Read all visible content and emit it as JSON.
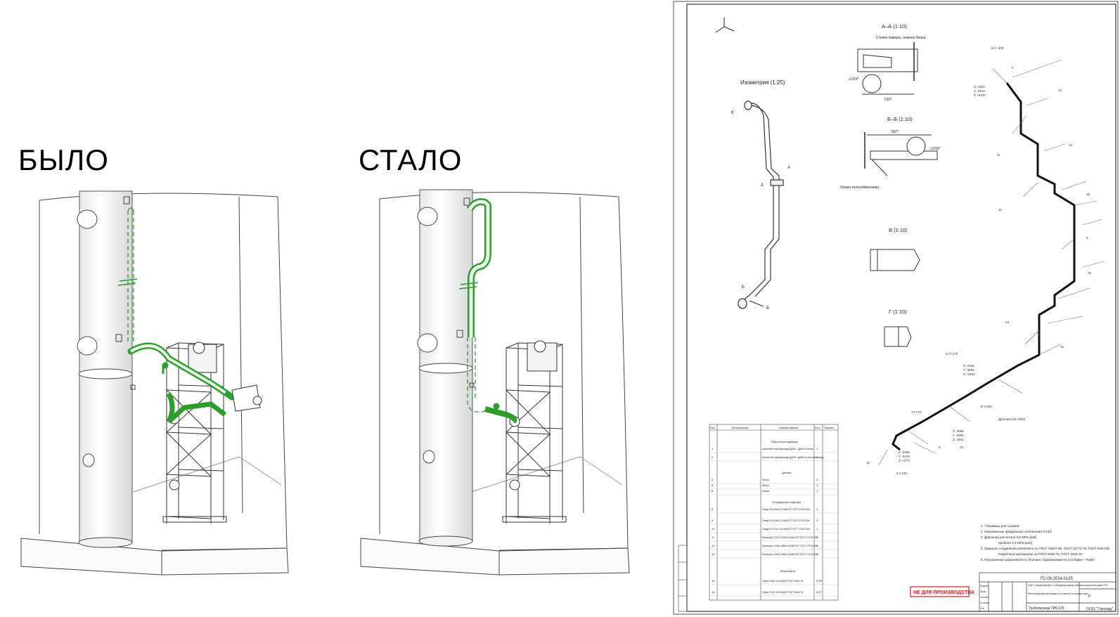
{
  "comparison": {
    "before_label": "БЫЛО",
    "after_label": "СТАЛО"
  },
  "colors": {
    "pipeline_highlight": "#2c9e2c",
    "stamp_red": "#d42020",
    "line_gray": "#555555"
  },
  "drawing": {
    "isometry_title": "Изометрия (1:25)",
    "section_aa": "А–А (1:10)",
    "section_bb": "Б–Б (1:10)",
    "view_v": "В (1:10)",
    "view_g": "Г (1:10)",
    "aa_top_note": "Стенка камеры, нижнее блока",
    "aa_dim": "510*",
    "aa_dia": "∅219*",
    "bb_dim": "587*",
    "bb_dia": "∅219*",
    "bb_support_note": "Опора теплообменника",
    "stamp": "НЕ ДЛЯ ПРОИЗВОДСТВА",
    "doc_code": "ГС-06.2014.0125",
    "company": "ООО \"Газсхар\"",
    "item_name": "Трубопровод ТР6-125",
    "notes": [
      "1. * Размеры для справок",
      "2. Неуказанные предельные отклонения IT14/2",
      "3. Давление расчетное 3,6 МПа (изб)",
      "пробное 4,5 МПа (изб)",
      "4. Сварные соединения выполнить по ГОСТ 16037-80, ГОСТ 15771-76, ГОСТ 5264-80",
      "Сварочные материалы по ГОСТ 9466-75, ГОСТ 2246-70",
      "5. Неуказанная шероховатость блочная, обрабатывается на сборке – Ra50"
    ],
    "spec_headers": [
      "Поз.",
      "Обозначение",
      "Наименование",
      "Кол.",
      "Примеч."
    ],
    "spec_sections": [
      "Сборочные единицы",
      "Детали",
      "Стандартные изделия",
      "Материалы"
    ],
    "spec_rows": [
      {
        "pos": "1",
        "name": "Кронштейн трубопровода Ду150...Ду250 к стенке",
        "qty": "1"
      },
      {
        "pos": "2",
        "name": "Кронштейн трубопровода Ду150...Ду250 к теплообменнику",
        "qty": "1"
      },
      {
        "pos": "4",
        "name": "Опора",
        "qty": "2"
      },
      {
        "pos": "5",
        "name": "Опора",
        "qty": "1"
      },
      {
        "pos": "6",
        "name": "Гильза",
        "qty": "1"
      },
      {
        "pos": "8",
        "name": "Отвод 45-219х6-12Х18Н10Т ГОСТ 17375-2001",
        "qty": "1"
      },
      {
        "pos": "9",
        "name": "Отвод 90-219х6-12Х18Н10Т ГОСТ 17375-2001",
        "qty": "2"
      },
      {
        "pos": "10",
        "name": "Отвод 90-273х7-12Х18Н10Т ГОСТ 17375-2001",
        "qty": "1"
      },
      {
        "pos": "11",
        "name": "Переход К-273х7-219х6-12Х18Н10Т ГОСТ 17378-2001",
        "qty": "1"
      },
      {
        "pos": "12",
        "name": "Переход К-219х6-168х6-12Х18Н10Т ГОСТ 17378-2001",
        "qty": "1"
      },
      {
        "pos": "13",
        "name": "Переход К-219х6-168х6-12Х18Н10Т ГОСТ 17378-2001",
        "qty": "1"
      },
      {
        "pos": "15",
        "name": "Труба 219х6-12Х18Н10Т ГОСТ 9940-78",
        "qty": "5,95"
      },
      {
        "pos": "16",
        "name": "Труба 273х7-12Х18Н10Т ГОСТ 9940-78",
        "qty": "0,07"
      }
    ],
    "title_block": {
      "org_note": "ОАО \"Газпромнефть\" к Альфальтовому Машиностроительному ГПЗ",
      "desc": "Реконструкция установки по очистке и осушке газа",
      "sheet_label": "Р",
      "roles": [
        "Разраб.",
        "Пров.",
        "Т.контр.",
        "Н.контр.",
        "Утв."
      ]
    }
  }
}
